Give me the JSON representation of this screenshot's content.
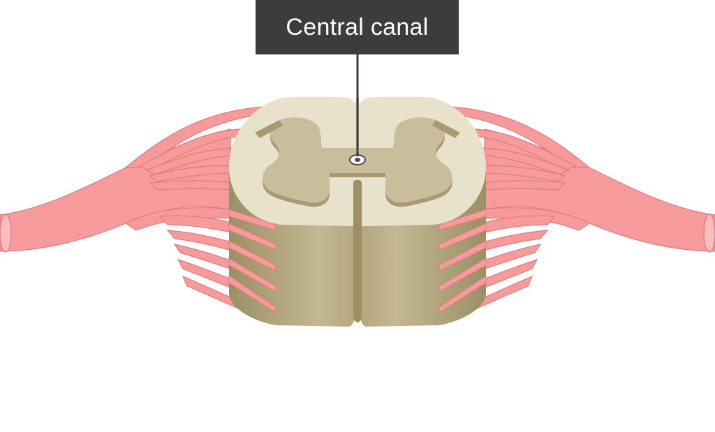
{
  "labels": {
    "central_canal": "Central canal"
  },
  "colors": {
    "background": "#ffffff",
    "label_bg": "#3c3c3c",
    "label_text": "#ffffff",
    "nerve_fill": "#f79a9c",
    "nerve_stroke": "#e07a7e",
    "white_matter_top": "#e8e1cb",
    "gray_matter": "#c9bd9c",
    "gray_matter_shadow": "#a89a75",
    "cord_side": "#b8ac86",
    "cord_side_dark": "#9b8f64",
    "canal_ring": "#4a4a4a"
  },
  "icons": [
    "leader-line",
    "central-canal-marker"
  ]
}
